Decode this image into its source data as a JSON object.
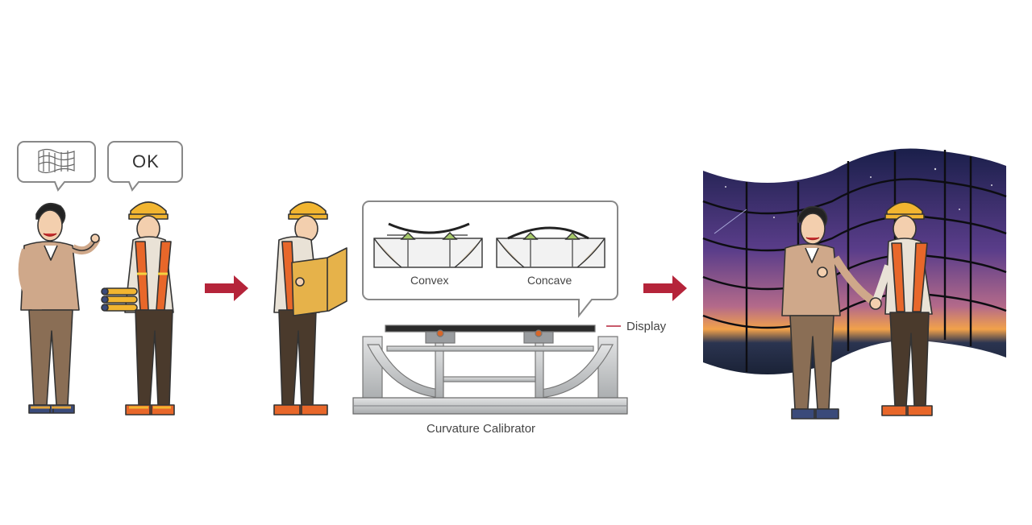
{
  "bubbles": {
    "ok_text": "OK"
  },
  "calibrator": {
    "convex_label": "Convex",
    "concave_label": "Concave",
    "display_label": "Display",
    "title": "Curvature Calibrator"
  },
  "colors": {
    "arrow": "#b5243a",
    "outline": "#333333",
    "skin": "#f3cfae",
    "sweater": "#cfa88a",
    "vest": "#e8672a",
    "helmet": "#f2b530",
    "pants_dark": "#4a3a2c",
    "pants_light": "#8a6e55",
    "frame_steel": "#c8cacb",
    "sky_top": "#1a1f4a",
    "sky_mid": "#5a3d8a",
    "horizon": "#f2a24a"
  },
  "icons": [
    "flexible-screen-icon",
    "arrow-right-icon"
  ]
}
